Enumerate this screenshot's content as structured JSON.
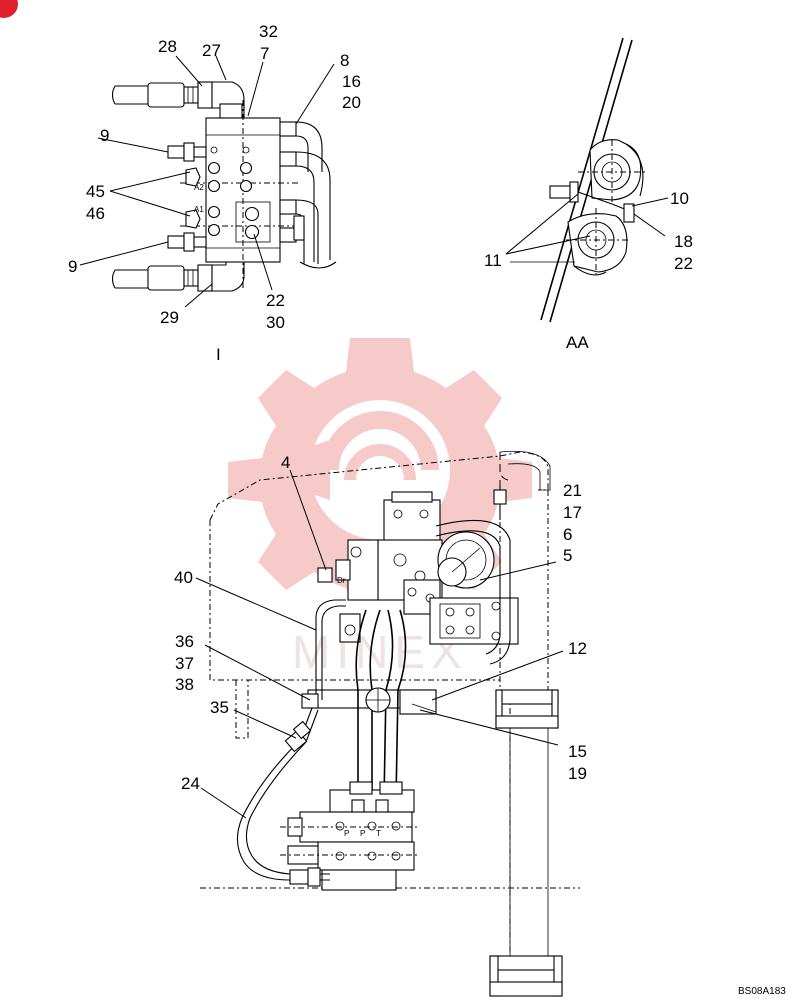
{
  "callouts": {
    "c28": "28",
    "c27": "27",
    "c32": "32",
    "c7": "7",
    "c8": "8",
    "c16": "16",
    "c20": "20",
    "c9a": "9",
    "c45": "45",
    "c46": "46",
    "c9b": "9",
    "c29": "29",
    "c22a": "22",
    "c30": "30",
    "c10": "10",
    "c11": "11",
    "c18": "18",
    "c22b": "22",
    "c4": "4",
    "c21": "21",
    "c17": "17",
    "c6": "6",
    "c5": "5",
    "c40": "40",
    "c36": "36",
    "c37": "37",
    "c38": "38",
    "c12": "12",
    "c35": "35",
    "c15": "15",
    "c19": "19",
    "c24": "24"
  },
  "view_labels": {
    "view_i": "I",
    "view_aa": "AA"
  },
  "port_labels": {
    "a2": "A2",
    "a1": "A1",
    "dr": "Dr",
    "p1": "P",
    "p2": "P",
    "t": "T"
  },
  "code": "BS08A183",
  "watermark": {
    "text": "MINEX",
    "color": "#f2a0a0"
  },
  "badge": {
    "color": "#e0202a"
  }
}
